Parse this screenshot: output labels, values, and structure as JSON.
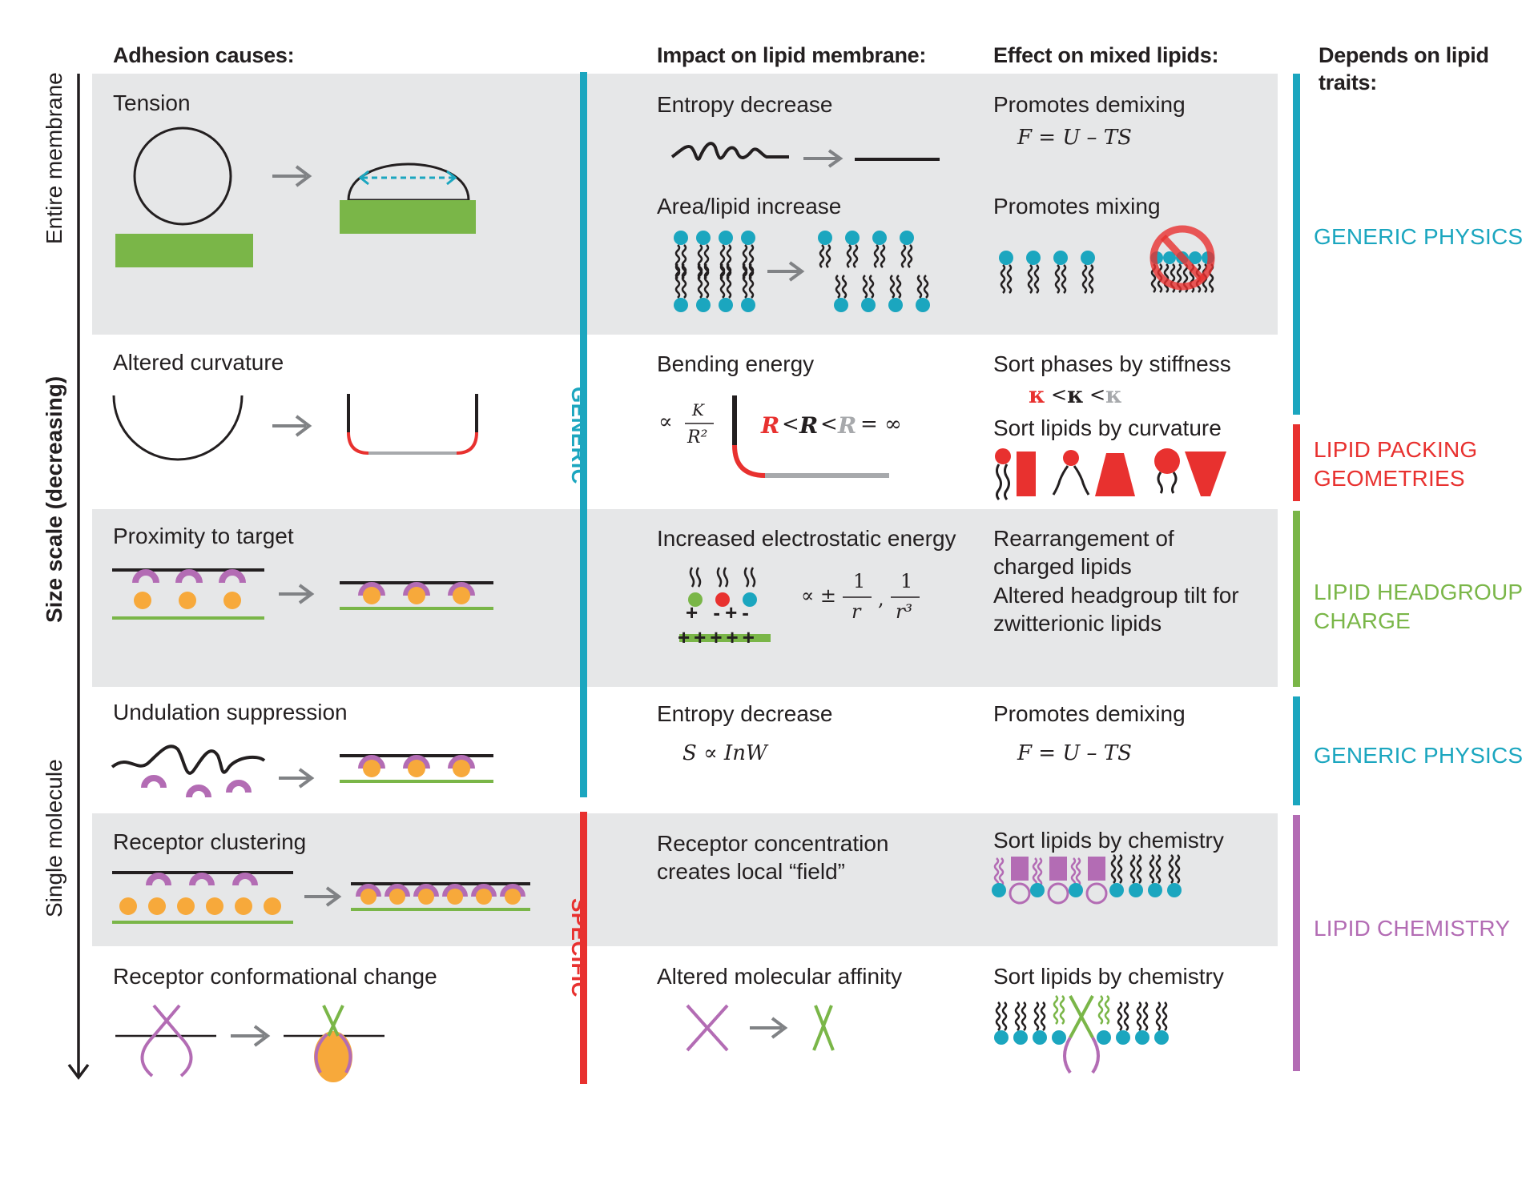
{
  "headers": {
    "causes": "Adhesion causes:",
    "impact": "Impact on lipid membrane:",
    "effect": "Effect on mixed lipids:",
    "depends": "Depends on lipid traits:"
  },
  "axis": {
    "top": "Entire membrane",
    "middle": "Size scale (decreasing)",
    "bottom": "Single molecule"
  },
  "categories": {
    "generic": "GENERIC",
    "specific": "SPECIFIC"
  },
  "rows": {
    "tension": {
      "cause": "Tension",
      "impact1": "Entropy decrease",
      "effect1": "Promotes demixing",
      "effect1_eq": "F = U – TS",
      "impact2": "Area/lipid increase",
      "effect2": "Promotes mixing"
    },
    "curvature": {
      "cause": "Altered curvature",
      "impact": "Bending energy",
      "impact_eq_prefix": "∝",
      "impact_eq_num": "K",
      "impact_eq_den": "R²",
      "radius_1": "R",
      "radius_2": "R",
      "radius_3": "R",
      "radius_lt": "<",
      "radius_inf": "= ∞",
      "effect1": "Sort phases by stiffness",
      "kappa": "κ",
      "kappa_lt": "<",
      "effect2": "Sort lipids by curvature"
    },
    "proximity": {
      "cause": "Proximity to target",
      "impact": "Increased electrostatic energy",
      "signs_top": "+ -+-",
      "signs_bottom": "+++++",
      "eq_prefix": "∝ ±",
      "eq_num": "1",
      "eq_den1": "r",
      "eq_sep": ",",
      "eq_den2": "r³",
      "effect_line1": "Rearrangement of",
      "effect_line2": "charged lipids",
      "effect_line3": "Altered headgroup tilt for",
      "effect_line4": "zwitterionic lipids"
    },
    "undulation": {
      "cause": "Undulation suppression",
      "impact": "Entropy decrease",
      "impact_eq": "S ∝ InW",
      "effect": "Promotes demixing",
      "effect_eq": "F = U – TS"
    },
    "clustering": {
      "cause": "Receptor clustering",
      "impact_line1": "Receptor concentration",
      "impact_line2": "creates local “field”",
      "effect": "Sort lipids by chemistry"
    },
    "conformational": {
      "cause": "Receptor conformational change",
      "impact": "Altered molecular affinity",
      "effect": "Sort lipids by chemistry"
    }
  },
  "traits": {
    "generic1": "GENERIC PHYSICS",
    "packing_line1": "LIPID PACKING",
    "packing_line2": "GEOMETRIES",
    "charge_line1": "LIPID HEADGROUP",
    "charge_line2": "CHARGE",
    "generic2": "GENERIC PHYSICS",
    "chemistry": "LIPID CHEMISTRY"
  },
  "colors": {
    "teal": "#1ba6bf",
    "red": "#e8312f",
    "green": "#7ab648",
    "purple": "#b36cb4",
    "orange": "#f7a93b",
    "gray_band": "#e6e7e8",
    "arrow_gray": "#808285"
  }
}
